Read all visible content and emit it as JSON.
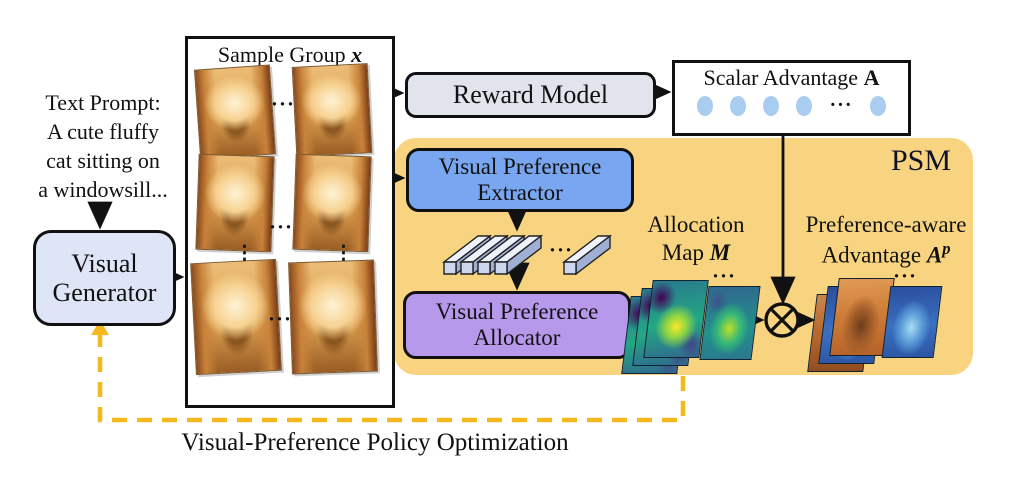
{
  "colors": {
    "psm_bg": "#f8d480",
    "gen_fill": "#dde5f6",
    "reward_fill": "#e1e4ed",
    "extractor_fill": "#79a6f1",
    "allocator_fill": "#b799ec",
    "dot_fill": "#a9ccf1",
    "dashed": "#f5b91f",
    "ink": "#111111"
  },
  "prompt": {
    "line1": "Text Prompt:",
    "line2": "A cute fluffy",
    "line3": "cat sitting on",
    "line4": "a windowsill..."
  },
  "generator": {
    "line1": "Visual",
    "line2": "Generator"
  },
  "sample_group": {
    "title": "Sample Group ",
    "title_var": "x",
    "hdots": "···",
    "vdots": "⋮"
  },
  "reward_model": {
    "label": "Reward Model"
  },
  "scalar_advantage": {
    "title": "Scalar Advantage ",
    "title_var": "A",
    "dots": "···"
  },
  "psm": {
    "label": "PSM"
  },
  "extractor": {
    "line1": "Visual Preference",
    "line2": "Extractor"
  },
  "tokens": {
    "dots": "···"
  },
  "allocator": {
    "line1": "Visual Preference",
    "line2": "Allocator"
  },
  "allocation_map": {
    "line1": "Allocation",
    "line2": "Map ",
    "var": "M",
    "dots": "···"
  },
  "preference_advantage": {
    "line1": "Preference-aware",
    "line2": "Advantage ",
    "var": "A",
    "sup": "p",
    "dots": "···"
  },
  "caption": {
    "text": "Visual-Preference Policy Optimization"
  }
}
